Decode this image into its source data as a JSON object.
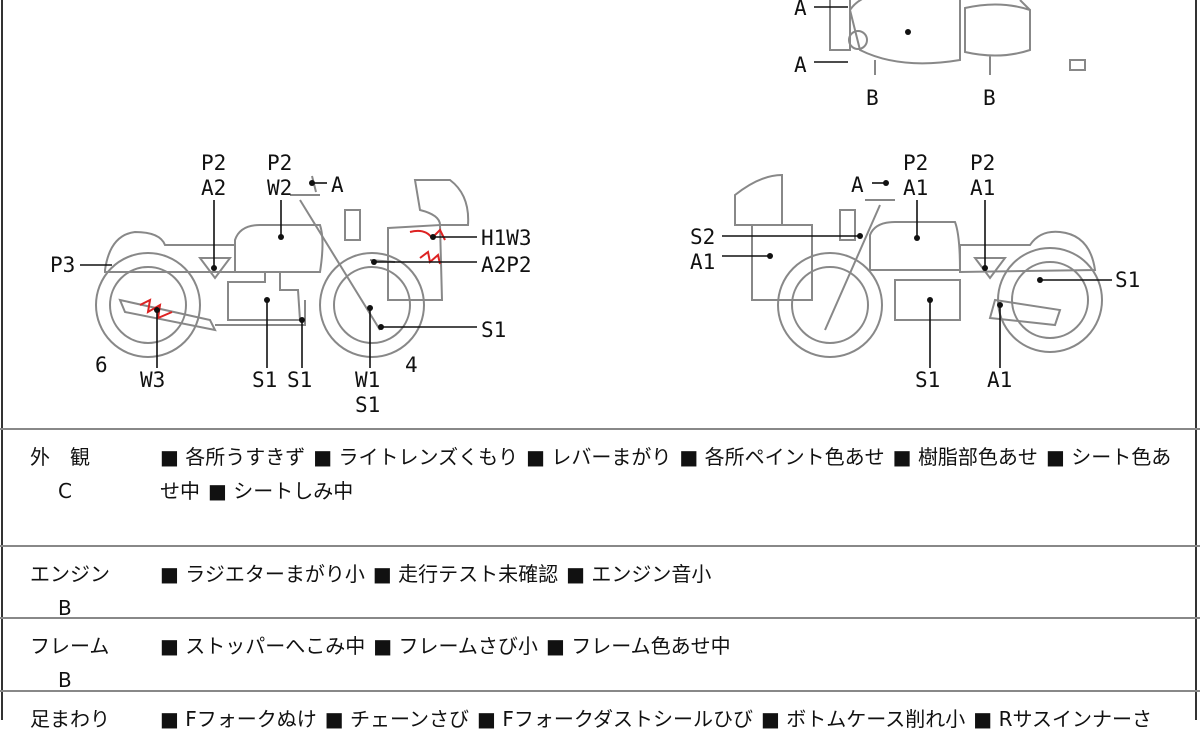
{
  "top_view": {
    "labels": [
      "A",
      "A",
      "B",
      "B"
    ]
  },
  "left_view": {
    "labels": [
      "P2",
      "A2",
      "P2",
      "W2",
      "A",
      "H1W3",
      "A2P2",
      "P3",
      "S1",
      "6",
      "W3",
      "S1",
      "S1",
      "W1",
      "S1",
      "4"
    ]
  },
  "right_view": {
    "labels": [
      "A",
      "P2",
      "A1",
      "P2",
      "A1",
      "S2",
      "A1",
      "S1",
      "S1",
      "A1"
    ]
  },
  "rows": [
    {
      "category": "外　観",
      "grade": "C",
      "items": [
        "各所うすきず",
        "ライトレンズくもり",
        "レバーまがり",
        "各所ペイント色あせ",
        "樹脂部色あせ",
        "シート色あせ中",
        "シートしみ中"
      ]
    },
    {
      "category": "エンジン",
      "grade": "B",
      "items": [
        "ラジエターまがり小",
        "走行テスト未確認",
        "エンジン音小"
      ]
    },
    {
      "category": "フレーム",
      "grade": "B",
      "items": [
        "ストッパーへこみ中",
        "フレームさび小",
        "フレーム色あせ中"
      ]
    },
    {
      "category": "足まわり",
      "grade": "",
      "items": [
        "Fフォークぬけ",
        "チェーンさび",
        "Fフォークダストシールひび",
        "ボトムケース削れ小",
        "Rサスインナーさ"
      ]
    }
  ],
  "colors": {
    "damage_mark": "#dd2222"
  }
}
